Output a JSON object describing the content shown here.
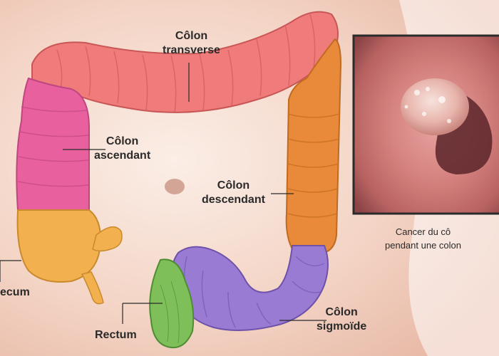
{
  "labels": {
    "transverse": {
      "line1": "Côlon",
      "line2": "transverse"
    },
    "ascendant": {
      "line1": "Côlon",
      "line2": "ascendant"
    },
    "descendant": {
      "line1": "Côlon",
      "line2": "descendant"
    },
    "sigmoide": {
      "line1": "Côlon",
      "line2": "sigmoïde"
    },
    "caecum": "ecum",
    "rectum": "Rectum"
  },
  "inset": {
    "caption_line1": "Cancer du cô",
    "caption_line2": "pendant une colon"
  },
  "colors": {
    "background": "#f5d9cc",
    "transverse": "#ef7b7b",
    "ascendant": "#e8619e",
    "descendant": "#e88a3a",
    "sigmoide": "#9a7bd4",
    "caecum": "#f2b04e",
    "rectum": "#7fbf5a",
    "inset_frame": "#2b2b2b"
  }
}
